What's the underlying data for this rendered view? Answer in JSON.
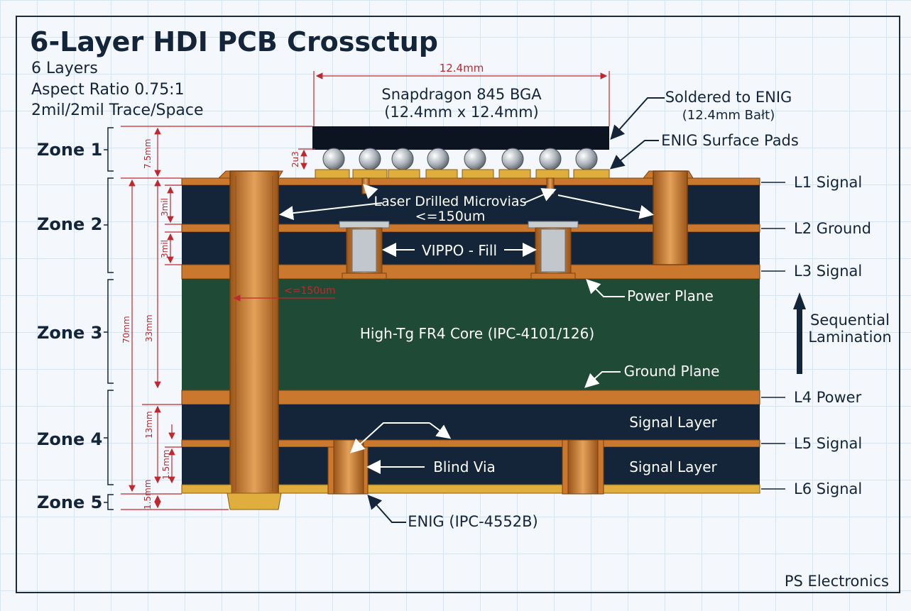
{
  "title": "6-Layer HDI PCB Crossctup",
  "specs": [
    "6 Layers",
    "Aspect Ratio 0.75:1",
    "2mil/2mil Trace/Space"
  ],
  "component": {
    "name": "Snapdragon 845 BGA",
    "size": "(12.4mm x 12.4mm)",
    "width_dim": "12.4mm"
  },
  "callouts": {
    "soldered": [
      "Soldered to ENIG",
      "(12.4mm Bałt)"
    ],
    "enig_pads": "ENIG Surface Pads",
    "microvias": [
      "Laser Drilled Microvias",
      "<=150um"
    ],
    "vippo": "VIPPO - Fill",
    "power_plane": "Power Plane",
    "core": "High-Tg FR4 Core (IPC-4101/126)",
    "ground_plane": "Ground Plane",
    "signal_layer_1": "Signal Layer",
    "signal_layer_2": "Signal Layer",
    "blind_via": "Blind Via",
    "enig_spec": "ENIG (IPC-4552B)",
    "through_hole_dim": "<=150um"
  },
  "zones": [
    "Zone 1",
    "Zone 2",
    "Zone 3",
    "Zone 4",
    "Zone 5"
  ],
  "layers": [
    "L1 Signal",
    "L2 Ground",
    "L3 Signal",
    "L4 Power",
    "L5 Signal",
    "L6 Signal"
  ],
  "lamination": [
    "Sequential",
    "Lamination"
  ],
  "dimensions": {
    "zone1": "7.5mm",
    "ball_height": "2u3",
    "l1_l2": "3mil",
    "l2_l3": "3mil",
    "total": "70mm",
    "core": "33mm",
    "zone4": "13mm",
    "l5_l6": "1.5mm",
    "zone5": "1.5mm"
  },
  "brand": "PS Electronics",
  "colors": {
    "copper": "#c9782e",
    "laminate": "#14253a",
    "core": "#1f4a36",
    "gold": "#e0ae3c",
    "dimension": "#c0282d"
  }
}
